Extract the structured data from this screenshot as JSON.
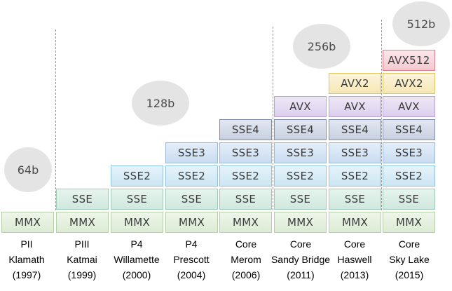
{
  "bubbles": [
    "64b",
    "128b",
    "256b",
    "512b"
  ],
  "columns": [
    {
      "family": "PII",
      "name": "Klamath",
      "year": "(1997)",
      "blocks": [
        "MMX"
      ]
    },
    {
      "family": "PIII",
      "name": "Katmai",
      "year": "(1999)",
      "blocks": [
        "MMX",
        "SSE"
      ]
    },
    {
      "family": "P4",
      "name": "Willamette",
      "year": "(2000)",
      "blocks": [
        "MMX",
        "SSE",
        "SSE2"
      ]
    },
    {
      "family": "P4",
      "name": "Prescott",
      "year": "(2004)",
      "blocks": [
        "MMX",
        "SSE",
        "SSE2",
        "SSE3"
      ]
    },
    {
      "family": "Core",
      "name": "Merom",
      "year": "(2006)",
      "blocks": [
        "MMX",
        "SSE",
        "SSE2",
        "SSE3",
        "SSE4"
      ]
    },
    {
      "family": "Core",
      "name": "Sandy Bridge",
      "year": "(2011)",
      "blocks": [
        "MMX",
        "SSE",
        "SSE2",
        "SSE3",
        "SSE4",
        "AVX"
      ]
    },
    {
      "family": "Core",
      "name": "Haswell",
      "year": "(2013)",
      "blocks": [
        "MMX",
        "SSE",
        "SSE2",
        "SSE3",
        "SSE4",
        "AVX",
        "AVX2"
      ]
    },
    {
      "family": "Core",
      "name": "Sky Lake",
      "year": "(2015)",
      "blocks": [
        "MMX",
        "SSE",
        "SSE2",
        "SSE3",
        "SSE4",
        "AVX",
        "AVX2",
        "AVX512"
      ]
    }
  ]
}
